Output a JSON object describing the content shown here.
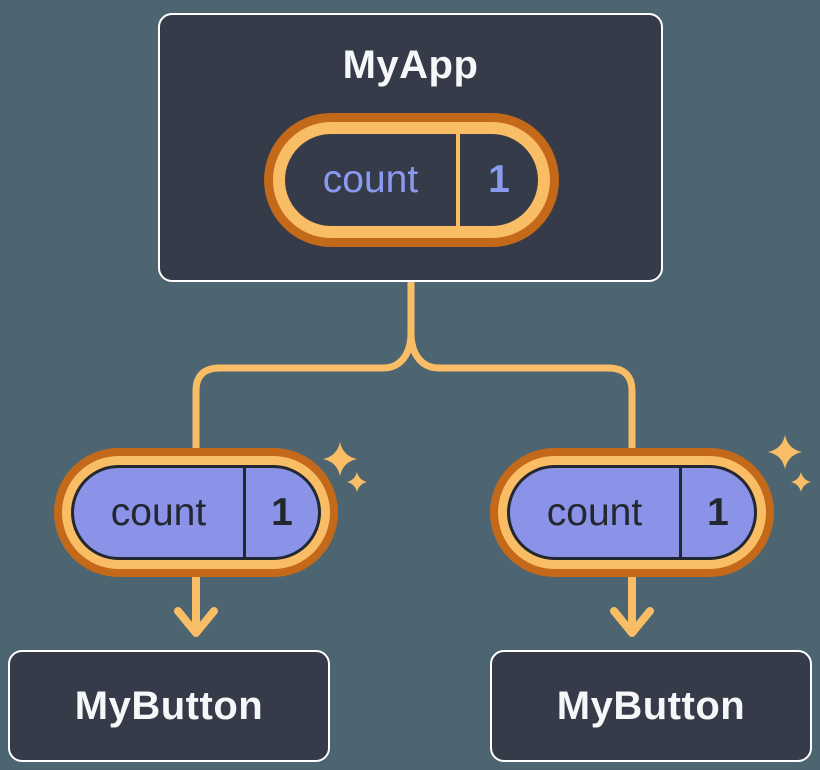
{
  "colors": {
    "background": "#4C6570",
    "node_fill": "#353B48",
    "node_border": "#FFFFFF",
    "node_text": "#F6F7F9",
    "ring_outer_orange": "#C4681A",
    "ring_inner_orange": "#F9BD66",
    "connector_orange": "#F9BD66",
    "state_purple_fill": "#8A93E8",
    "state_text_periwinkle": "#8B9AF1",
    "dark_text": "#23272F"
  },
  "diagram": {
    "root": {
      "label": "MyApp",
      "state": {
        "name": "count",
        "value": "1"
      }
    },
    "children": [
      {
        "label": "MyButton",
        "prop": {
          "name": "count",
          "value": "1"
        }
      },
      {
        "label": "MyButton",
        "prop": {
          "name": "count",
          "value": "1"
        }
      }
    ]
  }
}
